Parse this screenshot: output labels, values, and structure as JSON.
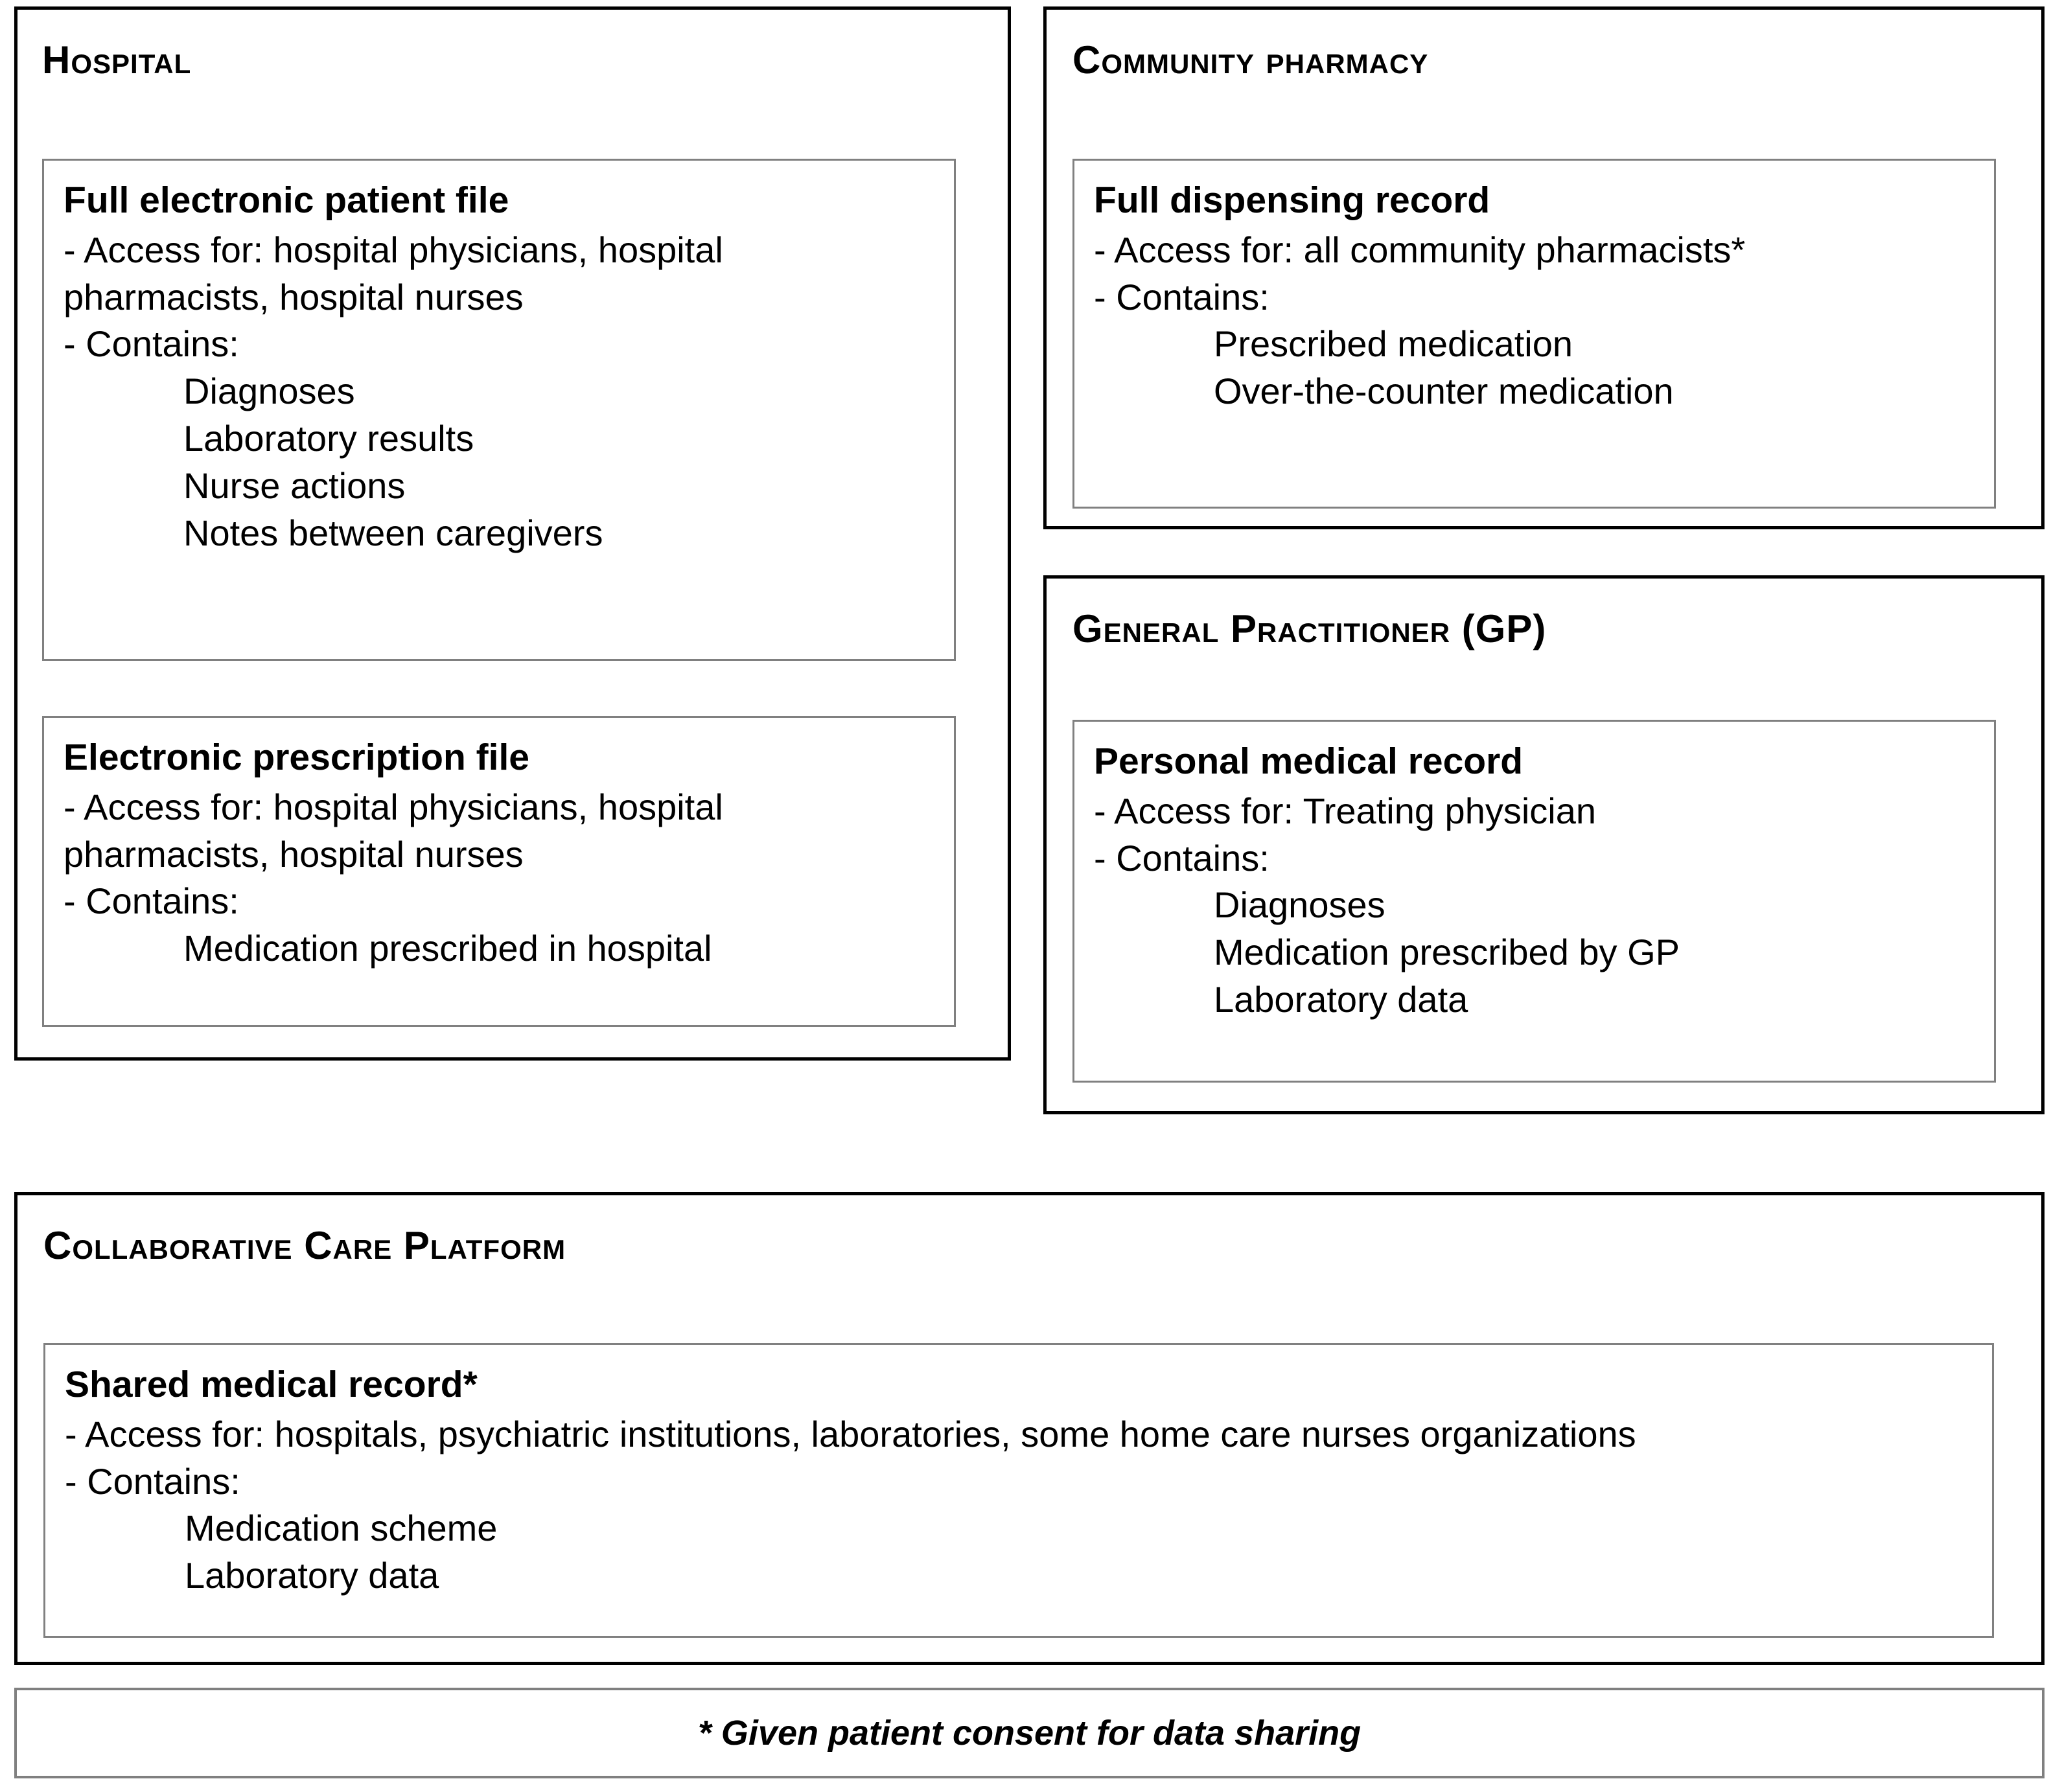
{
  "sections": {
    "hospital": {
      "title": "Hospital",
      "records": [
        {
          "name": "Full electronic patient file",
          "access": "- Access for: hospital physicians, hospital pharmacists, hospital nurses",
          "contains_label": "- Contains:",
          "items": [
            "Diagnoses",
            "Laboratory results",
            "Nurse actions",
            "Notes between caregivers"
          ]
        },
        {
          "name": "Electronic prescription file",
          "access": "- Access for: hospital physicians, hospital pharmacists, hospital nurses",
          "contains_label": "- Contains:",
          "items": [
            "Medication prescribed in hospital"
          ]
        }
      ]
    },
    "pharmacy": {
      "title": "Community pharmacy",
      "records": [
        {
          "name": "Full dispensing record",
          "access": "- Access for: all community pharmacists*",
          "contains_label": "- Contains:",
          "items": [
            "Prescribed medication",
            "Over-the-counter medication"
          ]
        }
      ]
    },
    "gp": {
      "title": "General Practitioner (GP)",
      "records": [
        {
          "name": "Personal medical record",
          "access": "- Access for: Treating physician",
          "contains_label": "- Contains:",
          "items": [
            "Diagnoses",
            "Medication prescribed by GP",
            "Laboratory data"
          ]
        }
      ]
    },
    "ccp": {
      "title": "Collaborative Care Platform",
      "records": [
        {
          "name": "Shared medical record*",
          "access": "- Access for: hospitals, psychiatric institutions, laboratories, some home care nurses organizations",
          "contains_label": "- Contains:",
          "items": [
            "Medication scheme",
            "Laboratory data"
          ]
        }
      ]
    }
  },
  "footnote": {
    "text": "* Given patient consent for data sharing"
  },
  "colors": {
    "outer_border": "#000000",
    "inner_border": "#808080",
    "background": "#ffffff",
    "text": "#000000"
  }
}
